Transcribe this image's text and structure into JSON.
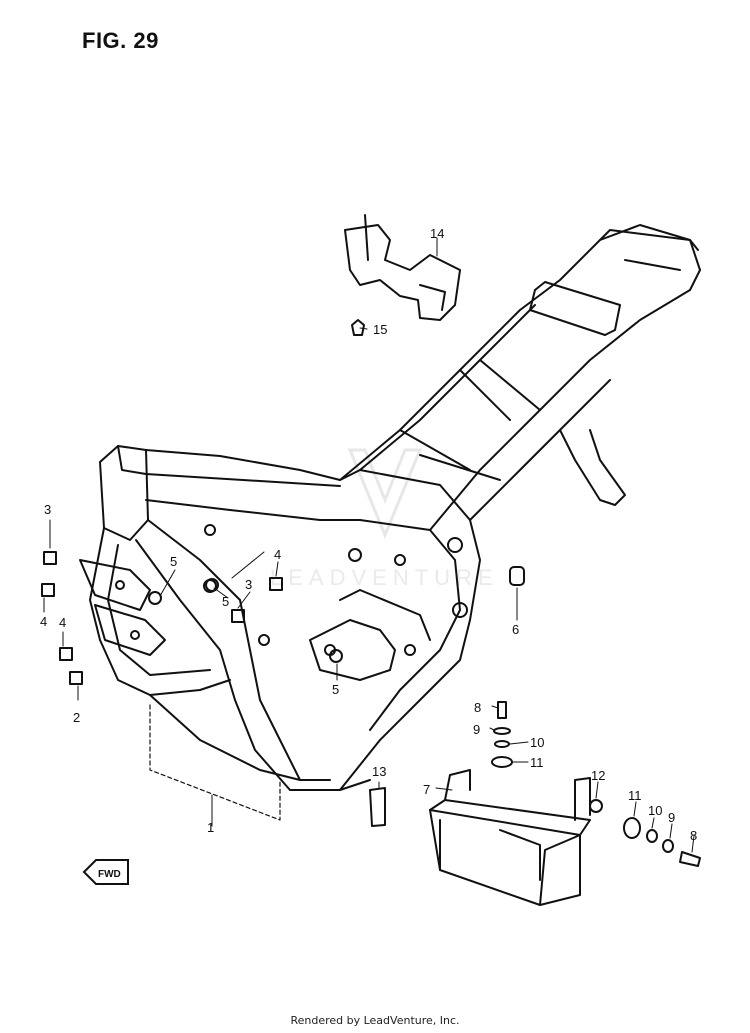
{
  "figure": {
    "title": "FIG. 29"
  },
  "callouts": [
    "1",
    "2",
    "3",
    "3",
    "4",
    "4",
    "4",
    "5",
    "5",
    "5",
    "6",
    "7",
    "8",
    "8",
    "9",
    "9",
    "10",
    "10",
    "11",
    "11",
    "12",
    "13",
    "14",
    "15"
  ],
  "watermark": "LEADVENTURE",
  "fwd_arrow": "FWD",
  "footer": {
    "credit": "Rendered by LeadVenture, Inc."
  },
  "icons": [
    "frame-drawing",
    "battery-tray-drawing",
    "seat-bracket-drawing",
    "fwd-arrow-icon",
    "watermark-logo"
  ]
}
